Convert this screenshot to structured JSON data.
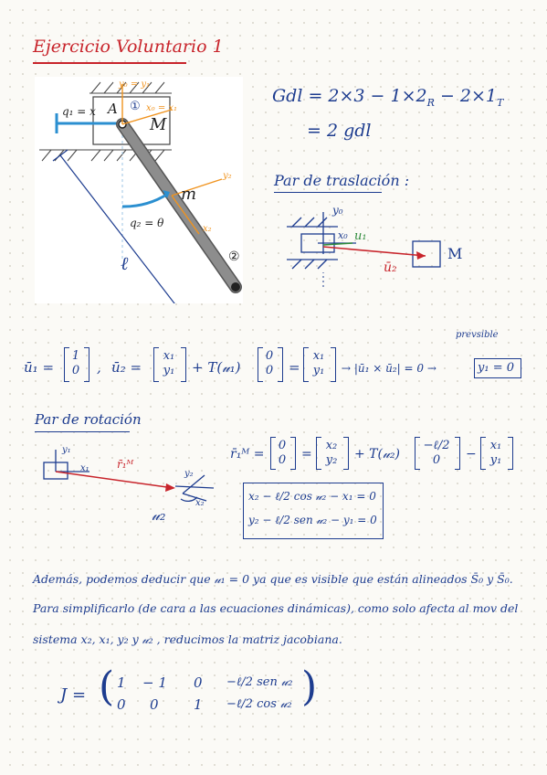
{
  "title": "Ejercicio Voluntario 1",
  "figure": {
    "q1_label": "q₁ = x",
    "point_A": "A",
    "circle_1": "①",
    "mass_M": "M",
    "mass_m": "m",
    "q2_label": "q₂ = θ",
    "length_l": "ℓ",
    "circle_2": "②",
    "y0_y1": "y₀ = y₁",
    "x0_x1": "x₀ = x₁",
    "y2_axis": "y₂",
    "x2_axis": "x₂"
  },
  "gdl": {
    "line1": "Gdl = 2×3 − 1×2",
    "sub_R": "R",
    "minus": " − 2×1",
    "sub_T": "T",
    "line2": "= 2 gdl"
  },
  "traslacion": {
    "heading": "Par de traslación :",
    "y0": "y₀",
    "x0": "x₀",
    "u1": "u₁",
    "u2": "ū₂",
    "M": "M"
  },
  "eq1": {
    "u1": "ū₁ = ",
    "u1_top": "1",
    "u1_bot": "0",
    "sep": ",",
    "u2": "ū₂ = ",
    "v_top": "x₁",
    "v_bot": "y₁",
    "plus_T": "+ T(𝓊₁)",
    "w_top": "0",
    "w_bot": "0",
    "eq": "=",
    "r_top": "x₁",
    "r_bot": "y₁",
    "arrow": "→ |ū₁ × ū₂| = 0 →",
    "result": "y₁ = 0",
    "note": "prevsible"
  },
  "rotacion": {
    "heading": "Par de rotación",
    "y1": "y₁",
    "x1": "x₁",
    "r1M": "r̄₁ᴹ",
    "y2": "y₂",
    "x2": "x₂",
    "u2": "𝓊₂"
  },
  "eq2": {
    "lhs": "r̄₁ᴹ = ",
    "a_top": "0",
    "a_bot": "0",
    "eq": "=",
    "b_top": "x₂",
    "b_bot": "y₂",
    "plus_T": "+ T(𝓊₂)",
    "c_top": "−ℓ/2",
    "c_bot": "0",
    "minus": "−",
    "d_top": "x₁",
    "d_bot": "y₁",
    "box1": "x₂ − ℓ/2 cos 𝓊₂ − x₁ = 0",
    "box2": "y₂ − ℓ/2 sen 𝓊₂ − y₁ = 0"
  },
  "paragraph": {
    "line1": "Además, podemos deducir que 𝓊₁ = 0 ya que es visible que están alineados S̄₀ y S̄₀.",
    "line2": "Para simplificarlo (de cara a las ecuaciones dinámicas), como solo afecta al mov del",
    "line3": "sistema x₂, x₁, y₂ y 𝓊₂ , reducimos la matriz jacobiana."
  },
  "jacobian": {
    "label": "J =",
    "row1": [
      "1",
      "− 1",
      "0",
      "−ℓ/2 sen 𝓊₂"
    ],
    "row2": [
      "0",
      "0",
      "1",
      "−ℓ/2 cos 𝓊₂"
    ]
  }
}
